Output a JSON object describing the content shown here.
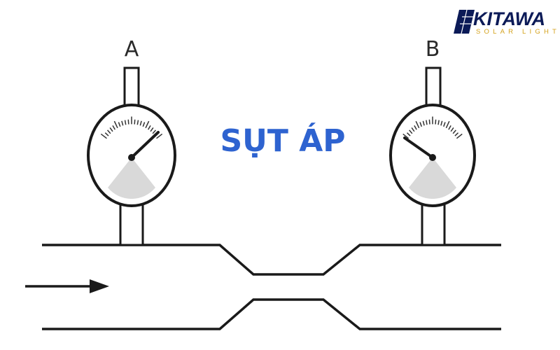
{
  "title": "SỤT ÁP",
  "gauges": {
    "a": {
      "label": "A"
    },
    "b": {
      "label": "B"
    }
  },
  "logo": {
    "name": "KITAWA",
    "tagline": "SOLAR LIGHT"
  },
  "colors": {
    "title": "#2E63D0",
    "line": "#1a1a1a",
    "logo_dark": "#0b1a57",
    "logo_accent": "#d4a21c",
    "gauge_shade": "#d9d9d9"
  },
  "icons": [
    "flow-arrow-icon",
    "kitawa-logo-icon"
  ]
}
